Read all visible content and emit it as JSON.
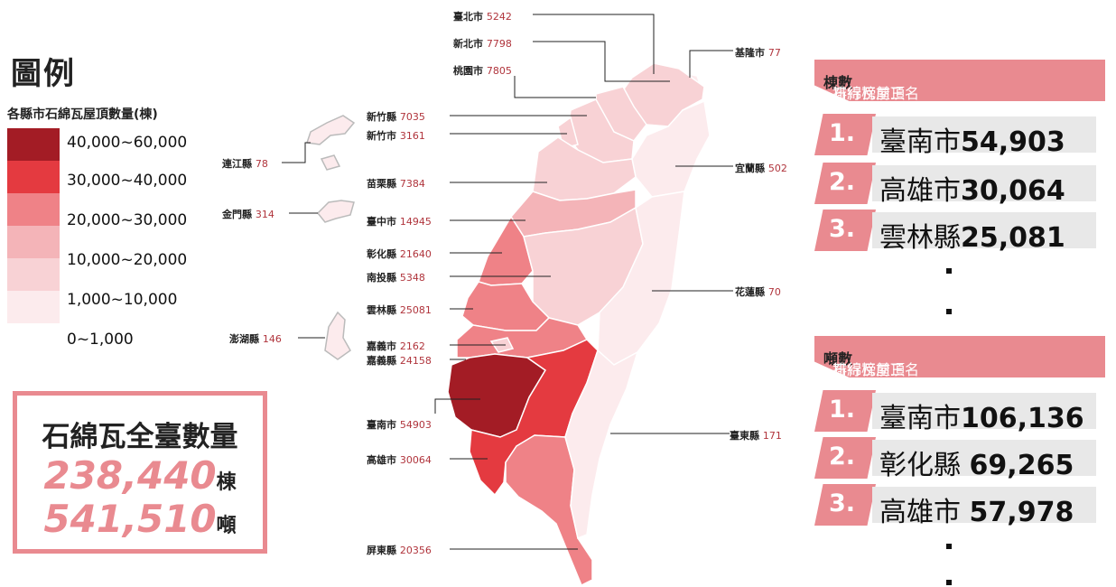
{
  "legend": {
    "title": "圖例",
    "subtitle": "各縣市石綿瓦屋頂數量(棟)",
    "bins": [
      {
        "label": "40,000~60,000",
        "color": "#a31c25"
      },
      {
        "label": "30,000~40,000",
        "color": "#e43a40"
      },
      {
        "label": "20,000~30,000",
        "color": "#ef8287"
      },
      {
        "label": "10,000~20,000",
        "color": "#f4b4b8"
      },
      {
        "label": "1,000~10,000",
        "color": "#f8d2d5"
      },
      {
        "label": "0~1,000",
        "color": "#fcebed"
      }
    ]
  },
  "total": {
    "title": "石綿瓦全臺數量",
    "buildings": "238,440",
    "buildings_unit": "棟",
    "tonnage": "541,510",
    "tonnage_unit": "噸"
  },
  "ranking_buildings": {
    "header_prefix": "石綿瓦屋頂",
    "header_highlight": "棟數",
    "header_suffix": "排行榜前三名",
    "items": [
      {
        "rank": "1.",
        "name": "臺南市",
        "value": "54,903"
      },
      {
        "rank": "2.",
        "name": "高雄市",
        "value": "30,064"
      },
      {
        "rank": "3.",
        "name": "雲林縣",
        "value": "25,081"
      }
    ]
  },
  "ranking_tonnage": {
    "header_prefix": "石綿瓦屋頂",
    "header_highlight": "噸數",
    "header_suffix": "排行榜前三名",
    "items": [
      {
        "rank": "1.",
        "name": "臺南市",
        "value": "106,136"
      },
      {
        "rank": "2.",
        "name": "彰化縣",
        "value": "69,265"
      },
      {
        "rank": "3.",
        "name": "高雄市",
        "value": "57,978"
      }
    ]
  },
  "counties": {
    "taipei": {
      "name": "臺北市",
      "value": "5242"
    },
    "new_taipei": {
      "name": "新北市",
      "value": "7798"
    },
    "taoyuan": {
      "name": "桃園市",
      "value": "7805"
    },
    "keelung": {
      "name": "基隆市",
      "value": "77"
    },
    "hsinchu_county": {
      "name": "新竹縣",
      "value": "7035"
    },
    "hsinchu_city": {
      "name": "新竹市",
      "value": "3161"
    },
    "lienchiang": {
      "name": "連江縣",
      "value": "78"
    },
    "yilan": {
      "name": "宜蘭縣",
      "value": "502"
    },
    "miaoli": {
      "name": "苗栗縣",
      "value": "7384"
    },
    "kinmen": {
      "name": "金門縣",
      "value": "314"
    },
    "taichung": {
      "name": "臺中市",
      "value": "14945"
    },
    "changhua": {
      "name": "彰化縣",
      "value": "21640"
    },
    "nantou": {
      "name": "南投縣",
      "value": "5348"
    },
    "hualien": {
      "name": "花蓮縣",
      "value": "70"
    },
    "yunlin": {
      "name": "雲林縣",
      "value": "25081"
    },
    "penghu": {
      "name": "澎湖縣",
      "value": "146"
    },
    "chiayi_city": {
      "name": "嘉義市",
      "value": "2162"
    },
    "chiayi_county": {
      "name": "嘉義縣",
      "value": "24158"
    },
    "tainan": {
      "name": "臺南市",
      "value": "54903"
    },
    "taitung": {
      "name": "臺東縣",
      "value": "171"
    },
    "kaohsiung": {
      "name": "高雄市",
      "value": "30064"
    },
    "pingtung": {
      "name": "屏東縣",
      "value": "20356"
    }
  }
}
